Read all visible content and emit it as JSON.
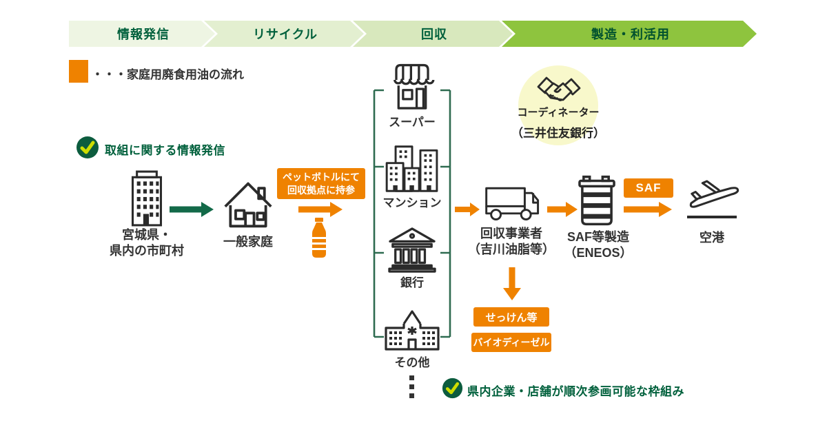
{
  "stage_bar": {
    "stages": [
      {
        "label": "情報発信",
        "color": "#eef5e3"
      },
      {
        "label": "リサイクル",
        "color": "#e3efd0"
      },
      {
        "label": "回収",
        "color": "#d8e8bd"
      },
      {
        "label": "製造・利活用",
        "color": "#8ec43e"
      }
    ]
  },
  "legend": {
    "label": "・・・家庭用廃食用油の流れ",
    "swatch_color": "#ef8200"
  },
  "annotations": {
    "info": "取組に関する情報発信",
    "framework": "県内企業・店舗が順次参画可能な枠組み"
  },
  "flow": {
    "government": {
      "line1": "宮城県・",
      "line2": "県内の市町村"
    },
    "household": {
      "label": "一般家庭"
    },
    "bring_note": {
      "line1": "ペットボトルにて",
      "line2": "回収拠点に持参"
    },
    "collection_points": [
      {
        "label": "スーパー",
        "icon": "store-icon"
      },
      {
        "label": "マンション",
        "icon": "apartment-icon"
      },
      {
        "label": "銀行",
        "icon": "bank-icon"
      },
      {
        "label": "その他",
        "icon": "school-icon"
      }
    ],
    "coordinator": {
      "line1": "コーディネーター",
      "line2": "（三井住友銀行）",
      "icon": "handshake-icon"
    },
    "collector": {
      "line1": "回収事業者",
      "line2": "（吉川油脂等）",
      "icon": "truck-icon"
    },
    "manufacturer": {
      "line1": "SAF等製造",
      "line2": "（ENEOS）",
      "icon": "drum-icon"
    },
    "saf_tag": {
      "label": "SAF"
    },
    "airport": {
      "label": "空港",
      "icon": "airplane-icon"
    },
    "byproducts": [
      {
        "label": "せっけん等"
      },
      {
        "label": "バイオディーゼル"
      }
    ]
  },
  "colors": {
    "orange": "#ef8200",
    "dark_green_text": "#00603c",
    "arrow_green": "#136a49",
    "stage_active_green": "#8ec43e",
    "coordinator_circle": "#f8f8cb",
    "check_circle": "#0c5c3e",
    "check_mark": "#cddd00",
    "icon_stroke": "#2b2b2b",
    "bracket_green": "#2e6b50"
  }
}
